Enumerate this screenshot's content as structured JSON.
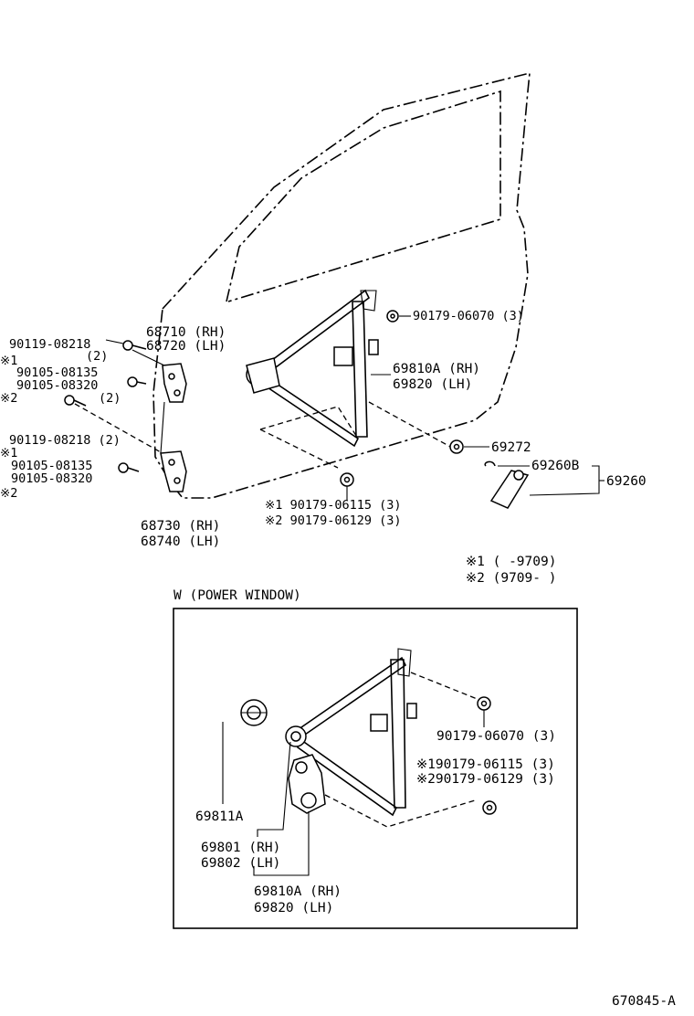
{
  "labels": {
    "p68710": "68710 (RH)",
    "p68720": "68720 (LH)",
    "p90119a": "90119-08218",
    "qty2a": "(2)",
    "note1a": "※1",
    "p90105a1": "90105-08135",
    "p90105a2": "90105-08320",
    "note2a": "※2",
    "qty2b": "(2)",
    "p90119b": "90119-08218 (2)",
    "note1b": "※1",
    "p90105b1": "90105-08135",
    "p90105b2": "90105-08320",
    "note2b": "※2",
    "p68730": "68730 (RH)",
    "p68740": "68740 (LH)",
    "p90179_06070": "90179-06070 (3)",
    "p69810A": "69810A (RH)",
    "p69820": "69820  (LH)",
    "p69272": "69272",
    "p69260B": "69260B",
    "p69260": "69260",
    "p90179_06115": "※1 90179-06115 (3)",
    "p90179_06129": "※2 90179-06129 (3)",
    "legend1": "※1 (      -9709)",
    "legend2": "※2 (9709-      )",
    "pw_title": "W (POWER WINDOW)",
    "pw_90179_06070": "90179-06070 (3)",
    "pw_90179_06115": "※190179-06115 (3)",
    "pw_90179_06129": "※290179-06129 (3)",
    "pw_69811A": "69811A",
    "pw_69801": "69801 (RH)",
    "pw_69802": "69802 (LH)",
    "pw_69810A": "69810A (RH)",
    "pw_69820": "69820   (LH)",
    "diagram_code": "670845-A"
  }
}
